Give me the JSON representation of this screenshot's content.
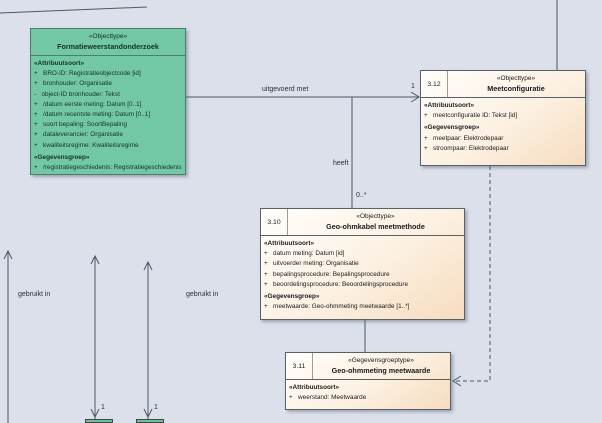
{
  "canvas": {
    "background": "#dbe0eb",
    "object_green_fill": "#72c7a5",
    "object_peach_fill": "#f6dcbe"
  },
  "boxes": [
    {
      "number": "",
      "stereotype": "«Objecttype»",
      "title": "Formatieweerstandonderzoek",
      "rows": [
        {
          "kind": "stereo",
          "text": "«Attribuutsoort»"
        },
        {
          "kind": "attr",
          "text": "+   BRO-ID: Registratieobjectcode [id]"
        },
        {
          "kind": "attr",
          "text": "+   bronhouder: Organisatie"
        },
        {
          "kind": "attr",
          "text": "-   object-ID bronhouder: Tekst"
        },
        {
          "kind": "attr",
          "text": "+   /datum eerste meting: Datum [0..1]"
        },
        {
          "kind": "attr",
          "text": "+   /datum recentste meting: Datum [0..1]"
        },
        {
          "kind": "attr",
          "text": "+   soort bepaling: SoortBepaling"
        },
        {
          "kind": "attr",
          "text": "+   dataleverancier: Organisatie"
        },
        {
          "kind": "attr",
          "text": "+   kwaliteitsregime: Kwaliteitsregime"
        },
        {
          "kind": "stereo",
          "text": "«Gegevensgroep»"
        },
        {
          "kind": "attr",
          "text": "+   /registratiegeschiedenis: Registratiegeschiedenis"
        }
      ]
    },
    {
      "number": "3.12",
      "stereotype": "«Objecttype»",
      "title": "Meetconfiguratie",
      "rows": [
        {
          "kind": "stereo",
          "text": "«Attribuutsoort»"
        },
        {
          "kind": "attr",
          "text": "+   meetconfiguratie ID: Tekst [id]"
        },
        {
          "kind": "stereo",
          "text": "«Gegevensgroep»"
        },
        {
          "kind": "attr",
          "text": "+   meetpaar: Elektrodepaar"
        },
        {
          "kind": "attr",
          "text": "+   stroompaar: Elektrodepaar"
        }
      ]
    },
    {
      "number": "3.10",
      "stereotype": "«Objecttype»",
      "title": "Geo-ohmkabel meetmethode",
      "rows": [
        {
          "kind": "stereo",
          "text": "«Attribuutsoort»"
        },
        {
          "kind": "attr",
          "text": "+   datum meting: Datum [id]"
        },
        {
          "kind": "attr",
          "text": "+   uitvoerder meting: Organisatie"
        },
        {
          "kind": "attr",
          "text": "+   bepalingsprocedure: Bepalingsprocedure"
        },
        {
          "kind": "attr",
          "text": "+   beoordelingsprocedure: Beoordelingsprocedure"
        },
        {
          "kind": "stereo",
          "text": "«Gegevensgroep»"
        },
        {
          "kind": "attr",
          "text": "+   meetwaarde: Geo-ohmmeting meetwaarde [1..*]"
        }
      ]
    },
    {
      "number": "3.11",
      "stereotype": "«Gegevensgroeptype»",
      "title": "Geo-ohmmeting meetwaarde",
      "rows": [
        {
          "kind": "stereo",
          "text": "«Attribuutsoort»"
        },
        {
          "kind": "attr",
          "text": "+   weerstand: Meetwaarde"
        }
      ]
    }
  ],
  "edge_labels": {
    "uitgevoerd_met": "uitgevoerd met",
    "heeft": "heeft",
    "mult_meetconfiguratie": "1",
    "mult_meetmethode": "0..*",
    "gebruikt_in_left": "gebruikt in",
    "gebruikt_in_right": "gebruikt in",
    "mult_bottom_left": "1",
    "mult_bottom_right": "1"
  }
}
